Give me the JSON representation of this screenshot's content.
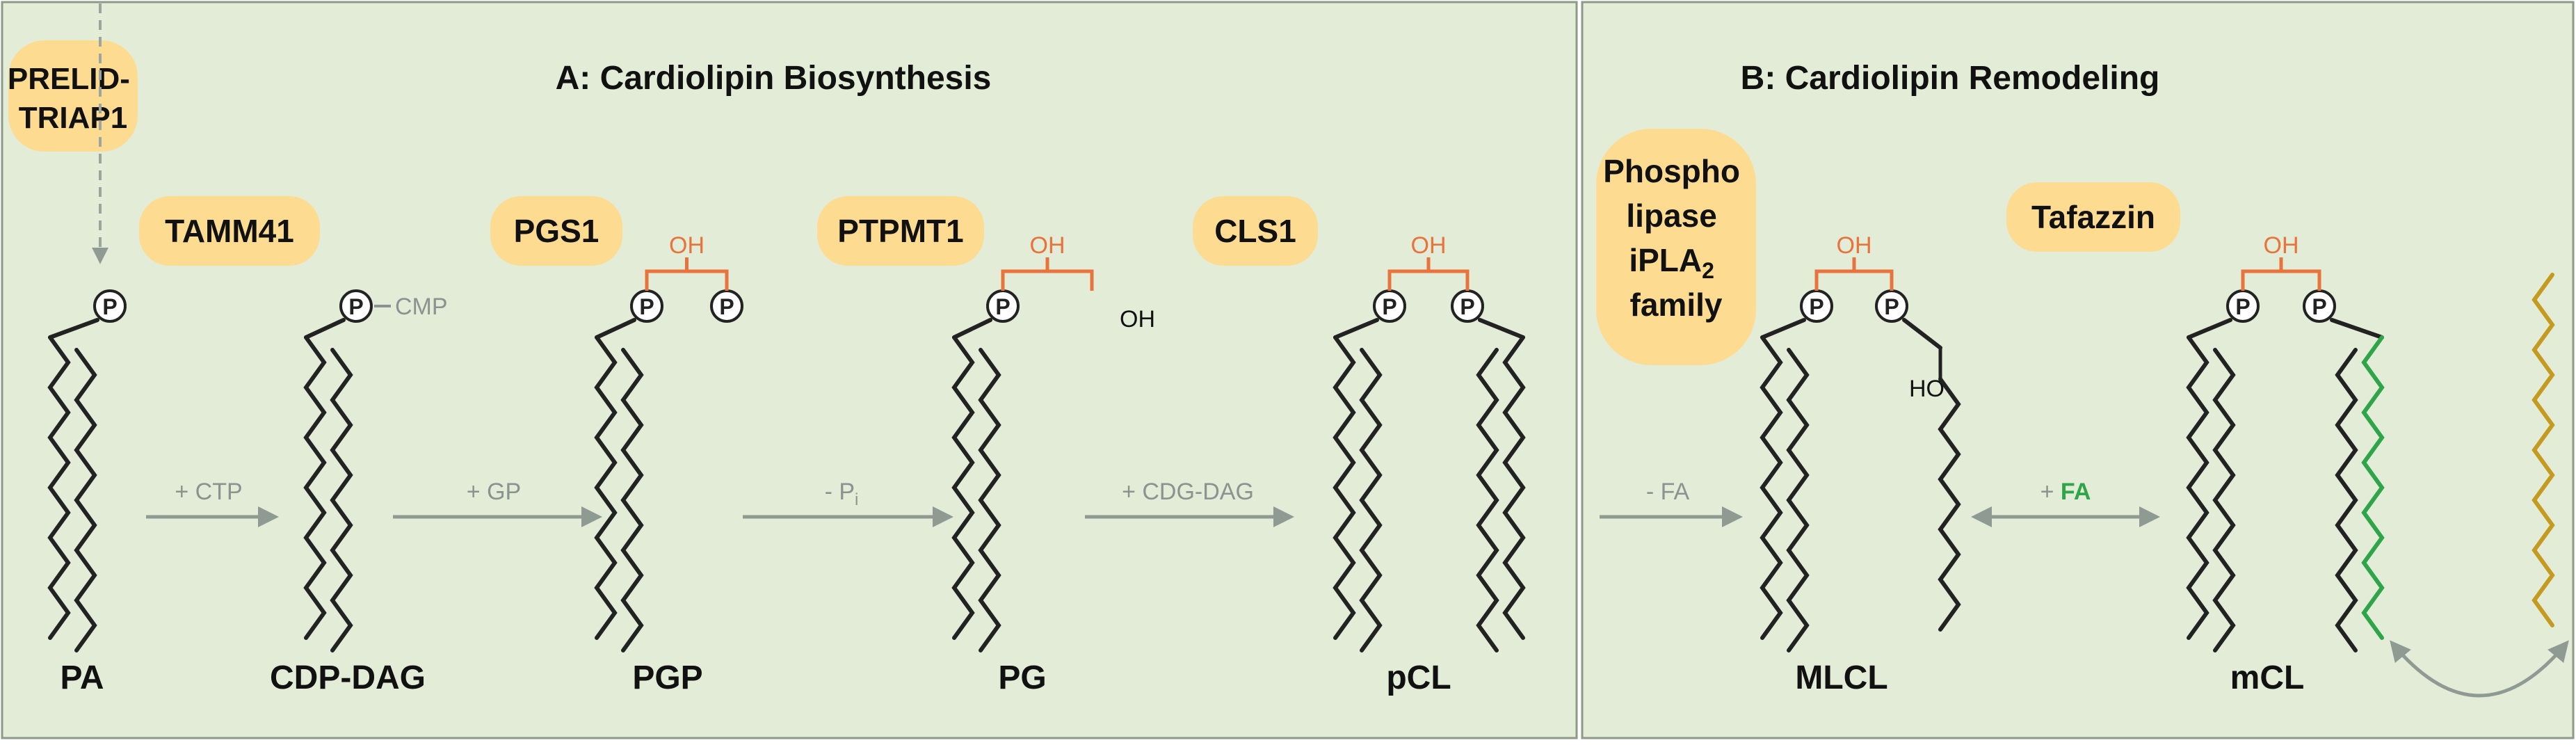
{
  "colors": {
    "panel_bg": "#e2ecd6",
    "panel_border": "#8c9a86",
    "enzyme_bg": "#fddc92",
    "headgroup": "#e8733c",
    "chain": "#222222",
    "new_fa_chain": "#2fa54a",
    "free_fa_chain": "#c59a20",
    "arrow": "#8f9a93",
    "label_gray": "#8b9390"
  },
  "panel_a": {
    "title": "A: Cardiolipin Biosynthesis",
    "import_protein": "PRELID-\nTRIAP1",
    "enzymes": [
      "TAMM41",
      "PGS1",
      "PTPMT1",
      "CLS1"
    ],
    "molecules": [
      "PA",
      "CDP-DAG",
      "PGP",
      "PG",
      "pCL"
    ],
    "step_labels": [
      "+ CTP",
      "+ GP",
      "- P",
      "+ CDG-DAG"
    ],
    "step_subscript": "i",
    "group_labels": {
      "cmp": "CMP",
      "oh": "OH",
      "p": "P"
    }
  },
  "panel_b": {
    "title": "B: Cardiolipin Remodeling",
    "enzyme_phospholipase": [
      "Phospho",
      "lipase",
      "iPLA",
      "family"
    ],
    "enzyme_phospholipase_sub": "2",
    "enzyme_tafazzin": "Tafazzin",
    "molecules": [
      "MLCL",
      "mCL"
    ],
    "step_minus": "- FA",
    "step_plus_sign": "+ ",
    "step_plus_fa": "FA",
    "group_labels": {
      "oh": "OH",
      "ho": "HO",
      "p": "P"
    }
  }
}
